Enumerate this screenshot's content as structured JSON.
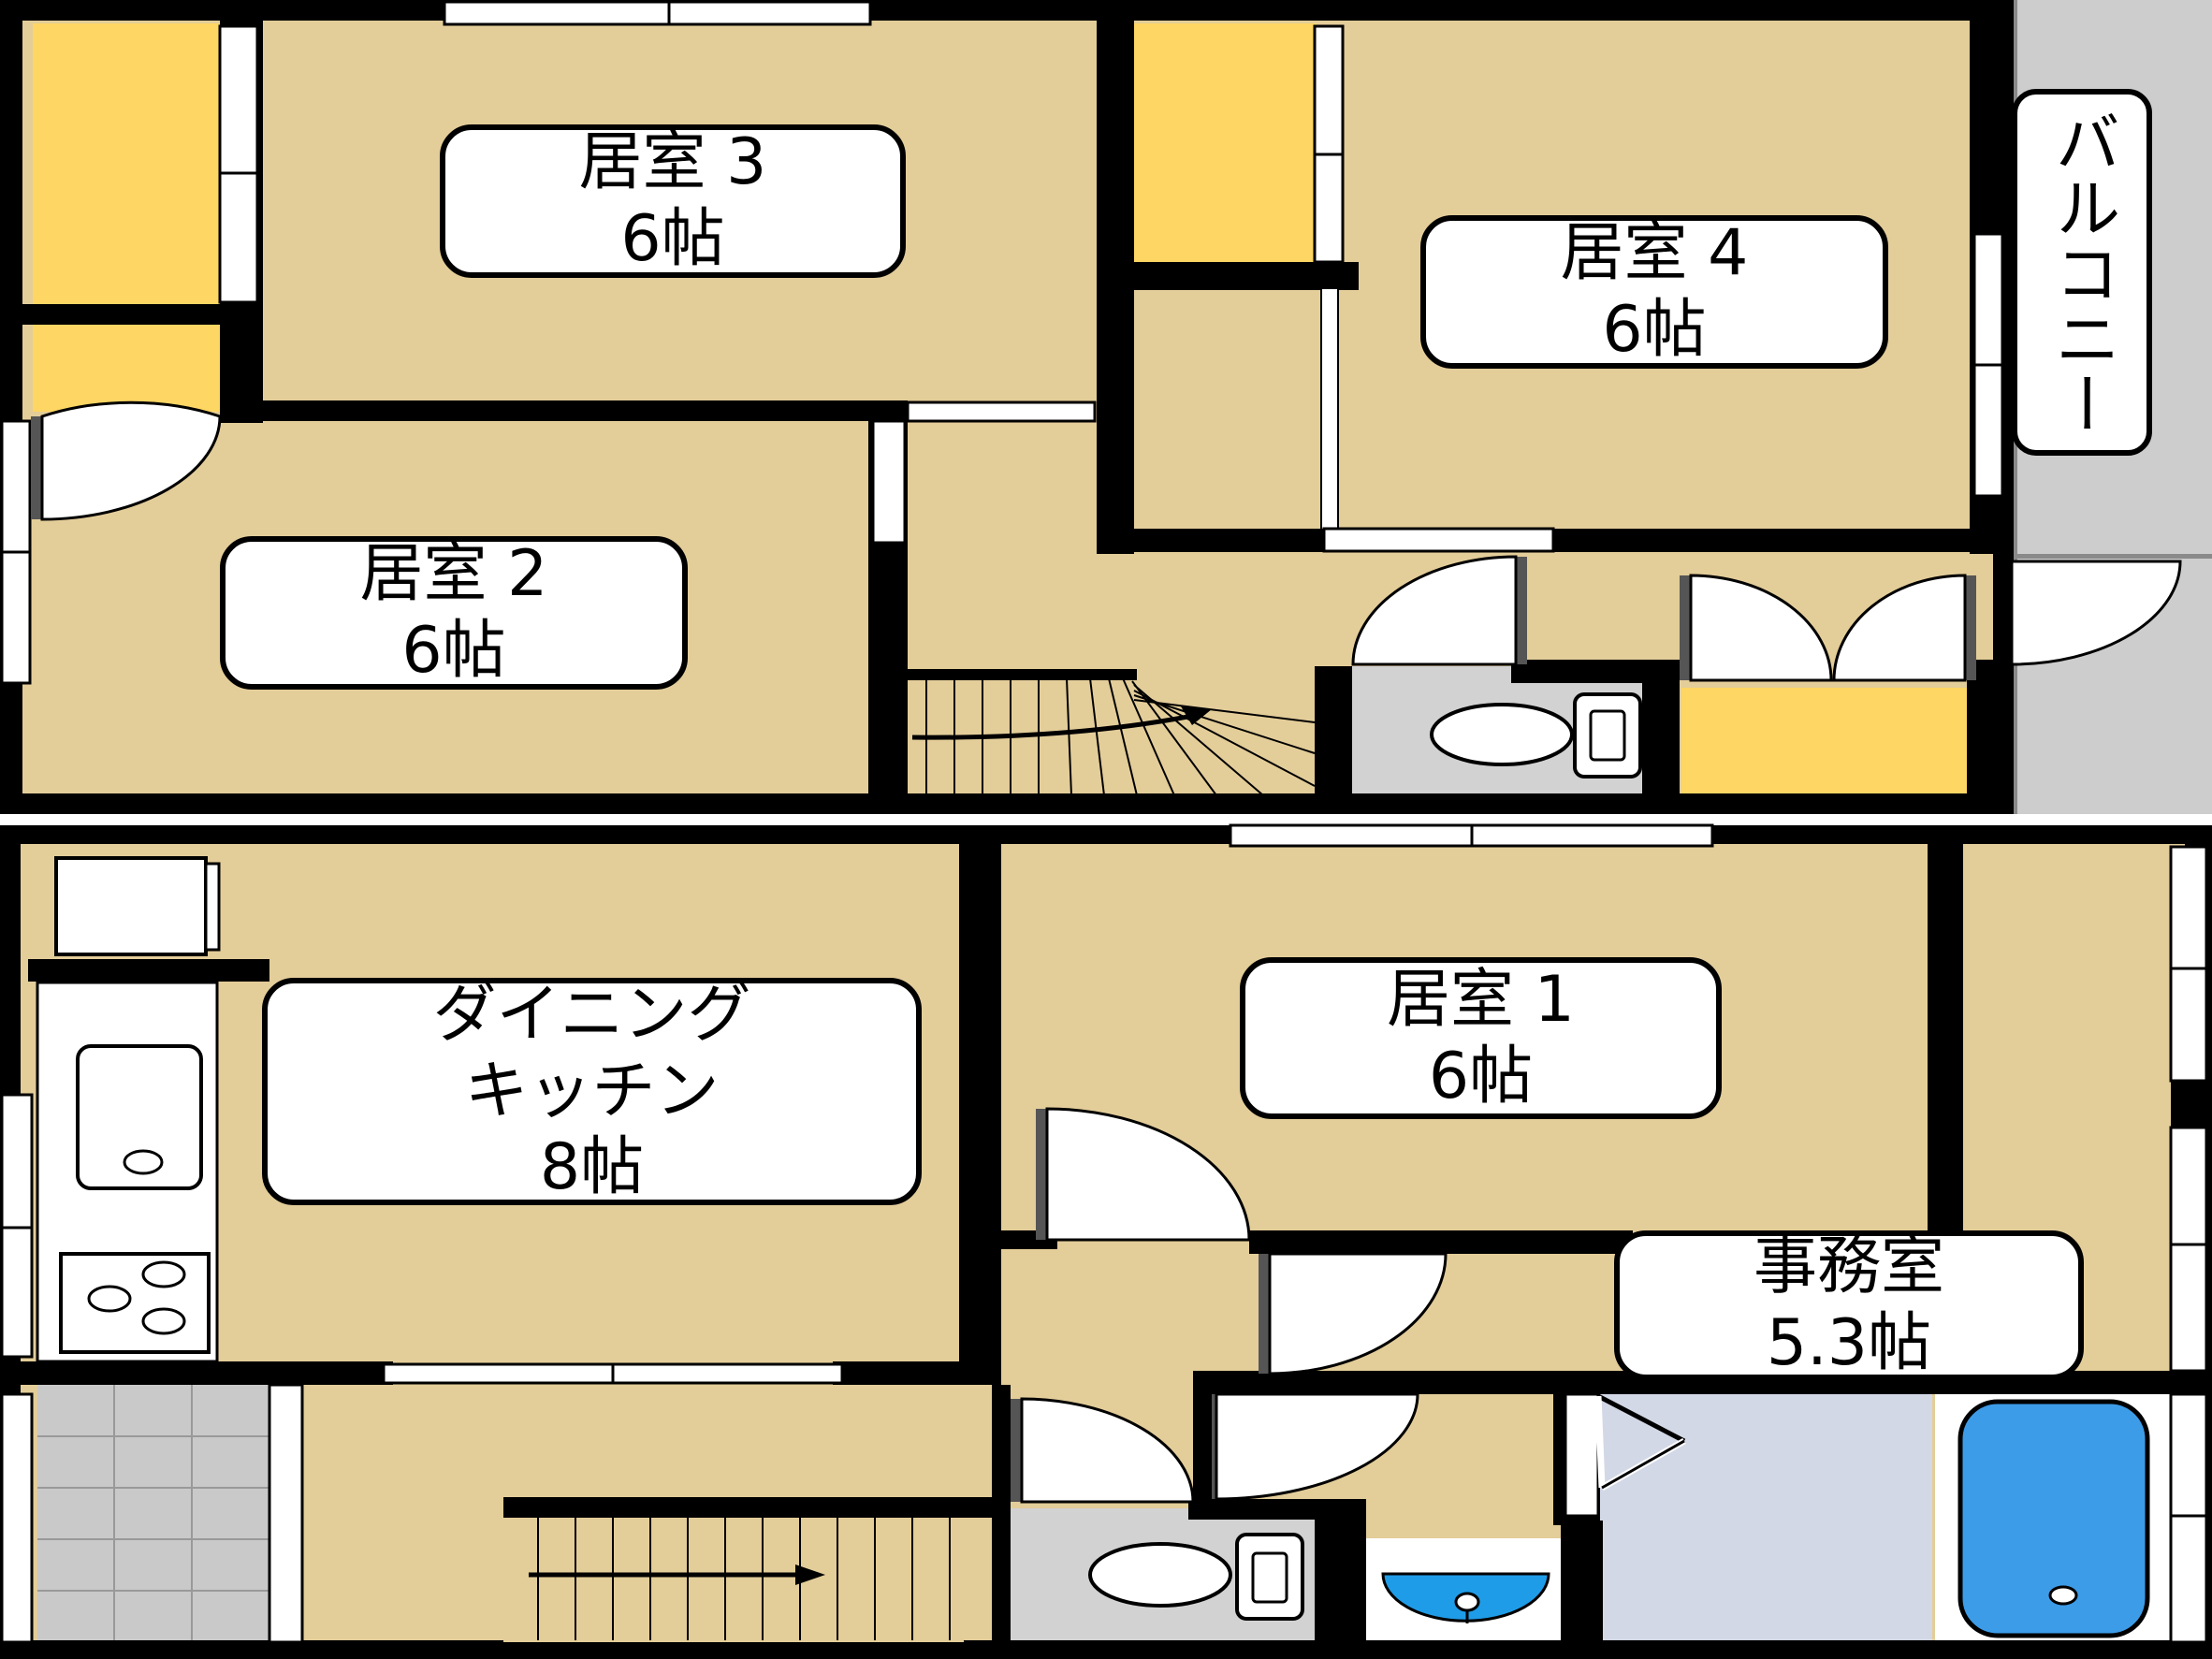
{
  "colors": {
    "floor": "#e3cd99",
    "storage": "#fdd663",
    "wall": "#000000",
    "window": "#ffffff",
    "balcony": "#cdcdcd",
    "wet_area": "#d2d2d2",
    "bath_floor": "#d3d8e6",
    "tub": "#3d9ce8",
    "sink_basin": "#1f9ce8"
  },
  "upper_floor": {
    "room3": {
      "name": "居室 3",
      "size": "6帖"
    },
    "room4": {
      "name": "居室 4",
      "size": "6帖"
    },
    "room2": {
      "name": "居室 2",
      "size": "6帖"
    },
    "balcony": {
      "name": "バルコニー"
    }
  },
  "lower_floor": {
    "dining_kitchen": {
      "name_line1": "ダイニング",
      "name_line2": "キッチン",
      "size": "8帖"
    },
    "room1": {
      "name": "居室 1",
      "size": "6帖"
    },
    "office": {
      "name": "事務室",
      "size": "5.3帖"
    }
  },
  "icons": [
    "stairs-icon",
    "toilet-icon",
    "bathtub-icon",
    "washbasin-icon",
    "sink-icon",
    "stove-icon",
    "refrigerator-icon",
    "door-swing-icon",
    "window-icon"
  ]
}
